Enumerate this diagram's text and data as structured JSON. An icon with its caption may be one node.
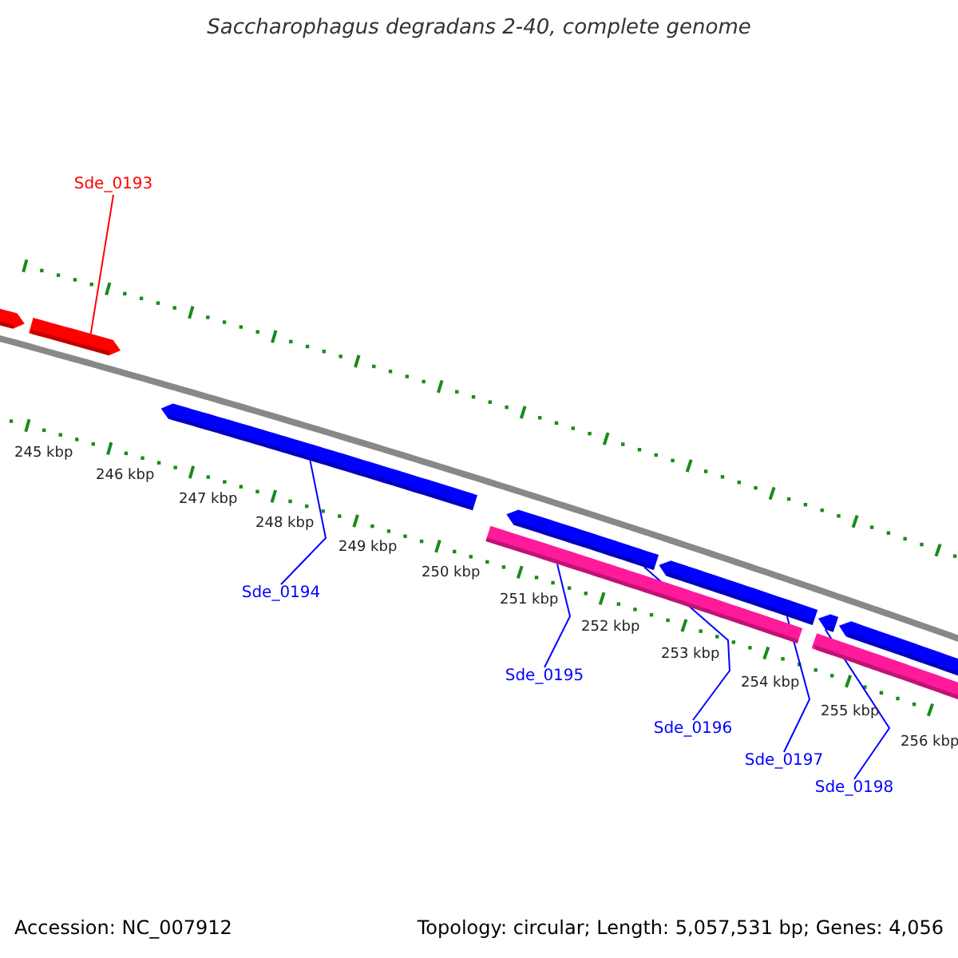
{
  "diagram": {
    "title": "Saccharophagus degradans 2-40, complete genome",
    "nodes": [
      {
        "text": [
          "Sde_0193"
        ]
      },
      {
        "text": [
          "Sde_0194"
        ]
      },
      {
        "text": [
          "Sde_0195"
        ]
      },
      {
        "text": [
          "Sde_0196"
        ]
      },
      {
        "text": [
          "Sde_0197"
        ]
      },
      {
        "text": [
          "Sde_0198"
        ]
      },
      {
        "text": [],
        "shape": "bar"
      },
      {
        "text": [],
        "shape": "bar"
      },
      {
        "text": [],
        "shape": "bar"
      },
      {
        "text": [],
        "shape": "bar"
      },
      {
        "text": [],
        "shape": "bar"
      },
      {
        "text": [],
        "shape": "bar"
      },
      {
        "text": [],
        "shape": "bar"
      },
      {
        "text": [],
        "shape": "bar"
      },
      {
        "text": [],
        "shape": "bar"
      }
    ],
    "edges": [
      {
        "from": 0,
        "to": 7,
        "arrow": "none",
        "color": "#ff0000"
      },
      {
        "from": 1,
        "to": 8,
        "arrow": "none"
      },
      {
        "from": 2,
        "to": 9,
        "arrow": "none"
      },
      {
        "from": 3,
        "to": 10,
        "arrow": "none"
      },
      {
        "from": 4,
        "to": 11,
        "arrow": "none"
      },
      {
        "from": 5,
        "to": 12,
        "arrow": "none"
      }
    ],
    "labels": [
      "245 kbp",
      "246 kbp",
      "247 kbp",
      "248 kbp",
      "249 kbp",
      "250 kbp",
      "251 kbp",
      "252 kbp",
      "253 kbp",
      "254 kbp",
      "255 kbp",
      "256 kbp",
      "Accession: NC_007912",
      "Topology: circular; Length: 5,057,531 bp; Genes: 4,056"
    ]
  }
}
